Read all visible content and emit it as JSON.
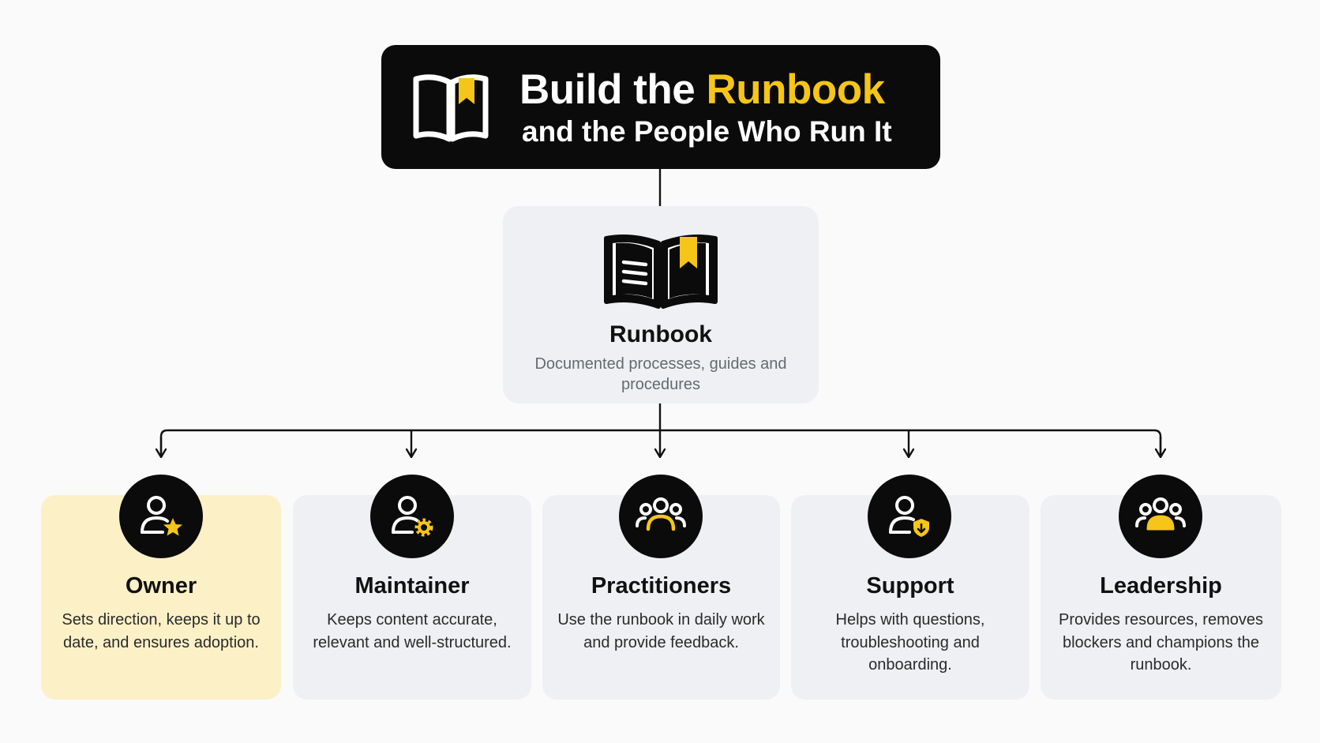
{
  "header": {
    "title_lead": "Build the ",
    "title_accent": "Runbook",
    "subtitle": "and the People Who Run It"
  },
  "center": {
    "title": "Runbook",
    "description": "Documented processes, guides and procedures"
  },
  "roles": [
    {
      "title": "Owner",
      "description": "Sets direction, keeps it up to date, and ensures adoption.",
      "icon": "user-star-icon"
    },
    {
      "title": "Maintainer",
      "description": "Keeps content accurate, relevant and well-structured.",
      "icon": "user-gear-icon"
    },
    {
      "title": "Practitioners",
      "description": "Use the runbook in daily work and provide feedback.",
      "icon": "group-icon"
    },
    {
      "title": "Support",
      "description": "Helps with questions, troubleshooting and onboarding.",
      "icon": "user-shield-icon"
    },
    {
      "title": "Leadership",
      "description": "Provides resources, removes blockers and champions the runbook.",
      "icon": "group-leader-icon"
    }
  ],
  "colors": {
    "accent": "#f5c518",
    "dark": "#0b0b0b",
    "card": "#eef0f3",
    "highlight_card": "#fcf0c7"
  }
}
